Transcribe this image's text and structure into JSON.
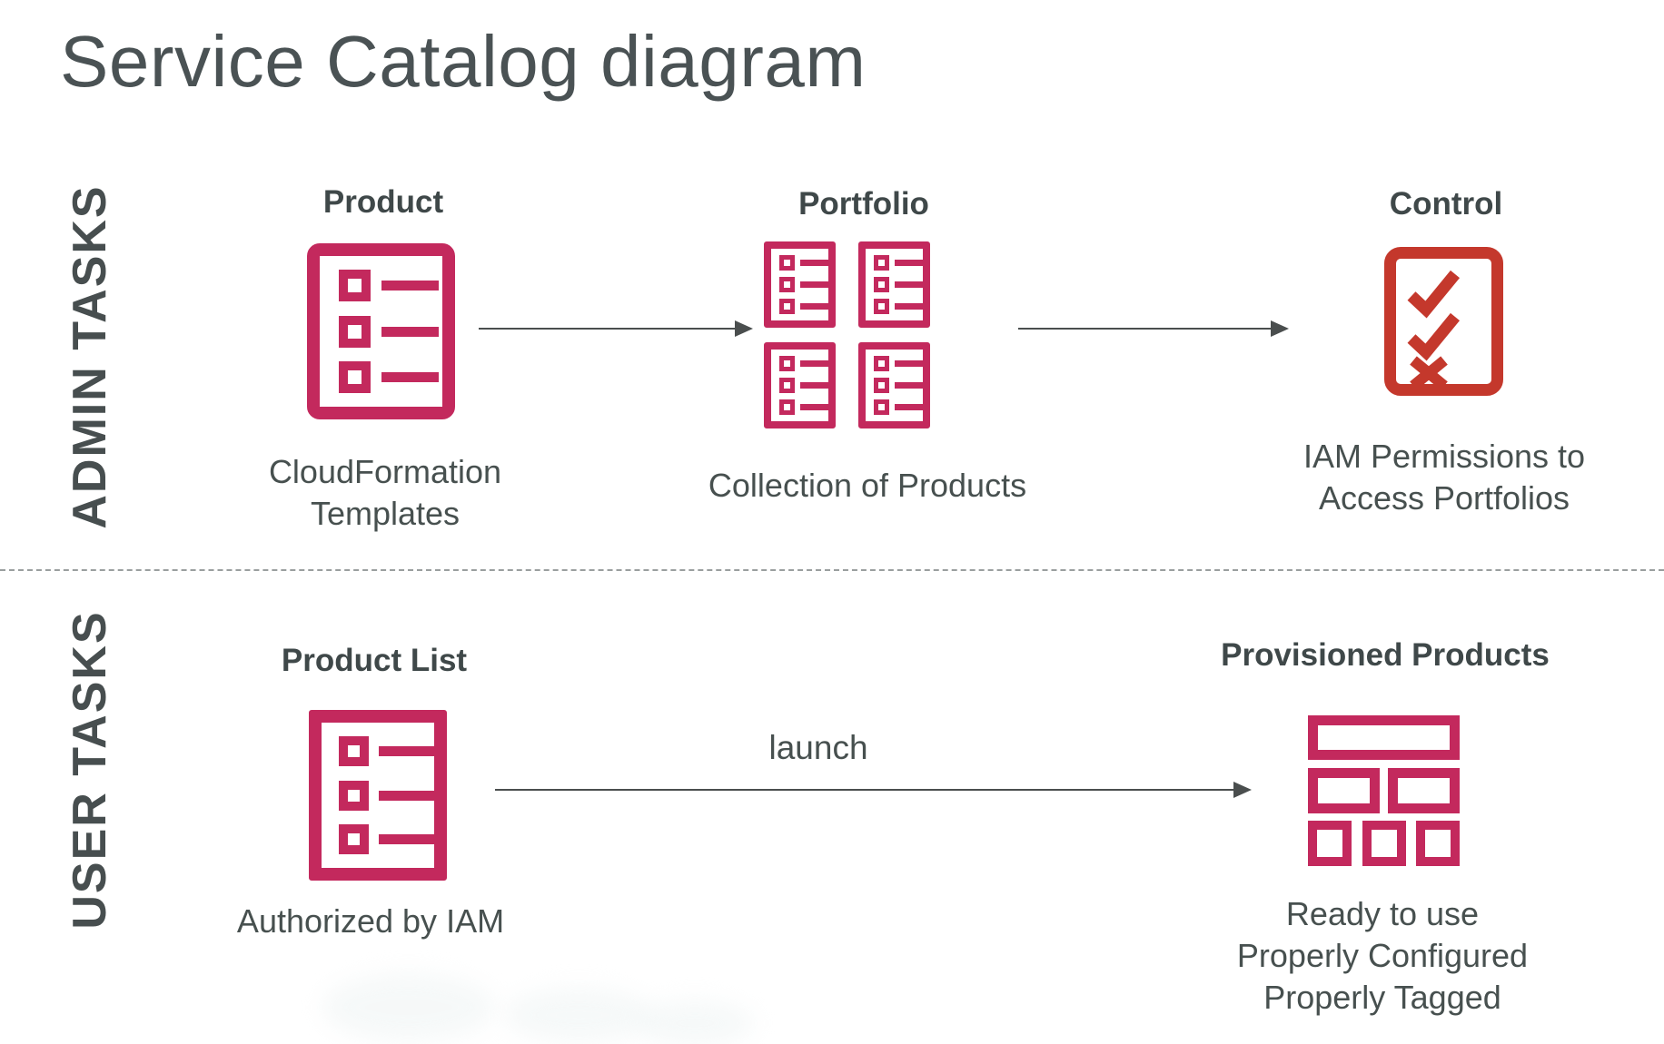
{
  "page": {
    "title": "Service Catalog diagram"
  },
  "colors": {
    "crimson": "#C3295D",
    "red": "#C4382C",
    "text_dark": "#47504F",
    "header_dark": "#3F4849",
    "arrow": "#4A4E4E",
    "divider": "#9A9E9E"
  },
  "admin_row": {
    "section_label": "ADMIN TASKS",
    "product": {
      "header": "Product",
      "caption_lines": [
        "CloudFormation",
        "Templates"
      ]
    },
    "portfolio": {
      "header": "Portfolio",
      "caption_lines": [
        "Collection of Products"
      ]
    },
    "control": {
      "header": "Control",
      "caption_lines": [
        "IAM Permissions to",
        "Access Portfolios"
      ]
    }
  },
  "user_row": {
    "section_label": "USER TASKS",
    "product_list": {
      "header": "Product List",
      "caption_lines": [
        "Authorized by IAM"
      ]
    },
    "launch_arrow_label": "launch",
    "provisioned_products": {
      "header": "Provisioned Products",
      "caption_lines": [
        "Ready to use",
        "Properly Configured",
        "Properly Tagged"
      ]
    }
  }
}
